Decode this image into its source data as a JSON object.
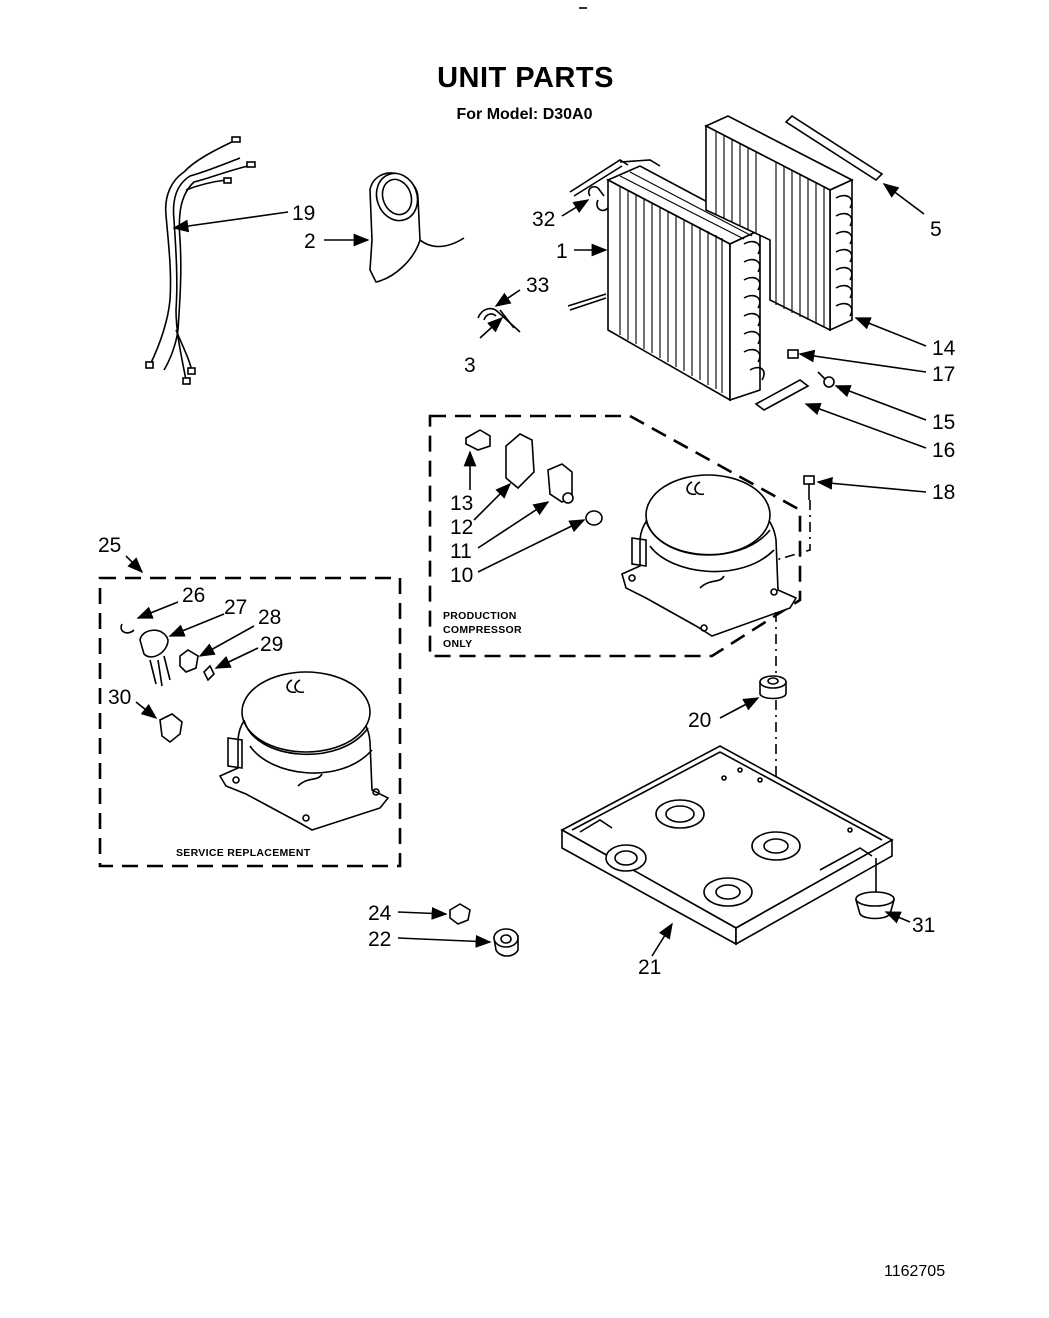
{
  "header": {
    "title": "UNIT PARTS",
    "subtitle": "For Model: D30A0"
  },
  "boxes": {
    "production": [
      "PRODUCTION",
      "COMPRESSOR",
      "ONLY"
    ],
    "service": "SERVICE REPLACEMENT"
  },
  "callouts": {
    "c1": "1",
    "c2": "2",
    "c3": "3",
    "c5": "5",
    "c10": "10",
    "c11": "11",
    "c12": "12",
    "c13": "13",
    "c14": "14",
    "c15": "15",
    "c16": "16",
    "c17": "17",
    "c18": "18",
    "c19": "19",
    "c20": "20",
    "c21": "21",
    "c22": "22",
    "c24": "24",
    "c25": "25",
    "c26": "26",
    "c27": "27",
    "c28": "28",
    "c29": "29",
    "c30": "30",
    "c31": "31",
    "c32": "32",
    "c33": "33"
  },
  "footer": {
    "doc_number": "1162705"
  }
}
